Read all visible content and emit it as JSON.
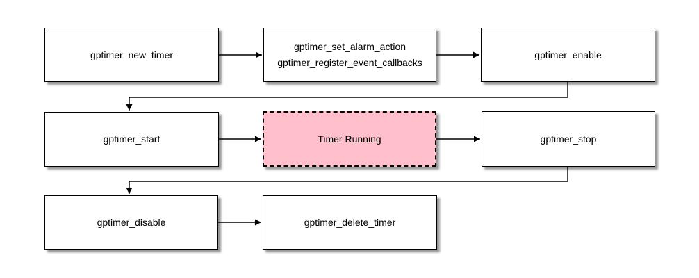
{
  "diagram": {
    "type": "flowchart",
    "background_color": "#ffffff",
    "node_fill_color": "#ffffff",
    "node_border_color": "#000000",
    "highlight_fill_color": "#ffc0cb",
    "connector_color": "#000000",
    "nodes": [
      {
        "id": "gptimer_new_timer",
        "label": "gptimer_new_timer"
      },
      {
        "id": "gptimer_config",
        "lines": [
          "gptimer_set_alarm_action",
          "gptimer_register_event_callbacks"
        ]
      },
      {
        "id": "gptimer_enable",
        "label": "gptimer_enable"
      },
      {
        "id": "gptimer_start",
        "label": "gptimer_start"
      },
      {
        "id": "timer_running",
        "label": "Timer Running",
        "fill": "#ffc0cb",
        "border_style": "dashed"
      },
      {
        "id": "gptimer_stop",
        "label": "gptimer_stop"
      },
      {
        "id": "gptimer_disable",
        "label": "gptimer_disable"
      },
      {
        "id": "gptimer_delete_timer",
        "label": "gptimer_delete_timer"
      }
    ],
    "edges": [
      {
        "from": "gptimer_new_timer",
        "to": "gptimer_config"
      },
      {
        "from": "gptimer_config",
        "to": "gptimer_enable"
      },
      {
        "from": "gptimer_enable",
        "to": "gptimer_start"
      },
      {
        "from": "gptimer_start",
        "to": "timer_running"
      },
      {
        "from": "timer_running",
        "to": "gptimer_stop"
      },
      {
        "from": "gptimer_stop",
        "to": "gptimer_disable"
      },
      {
        "from": "gptimer_disable",
        "to": "gptimer_delete_timer"
      }
    ]
  }
}
